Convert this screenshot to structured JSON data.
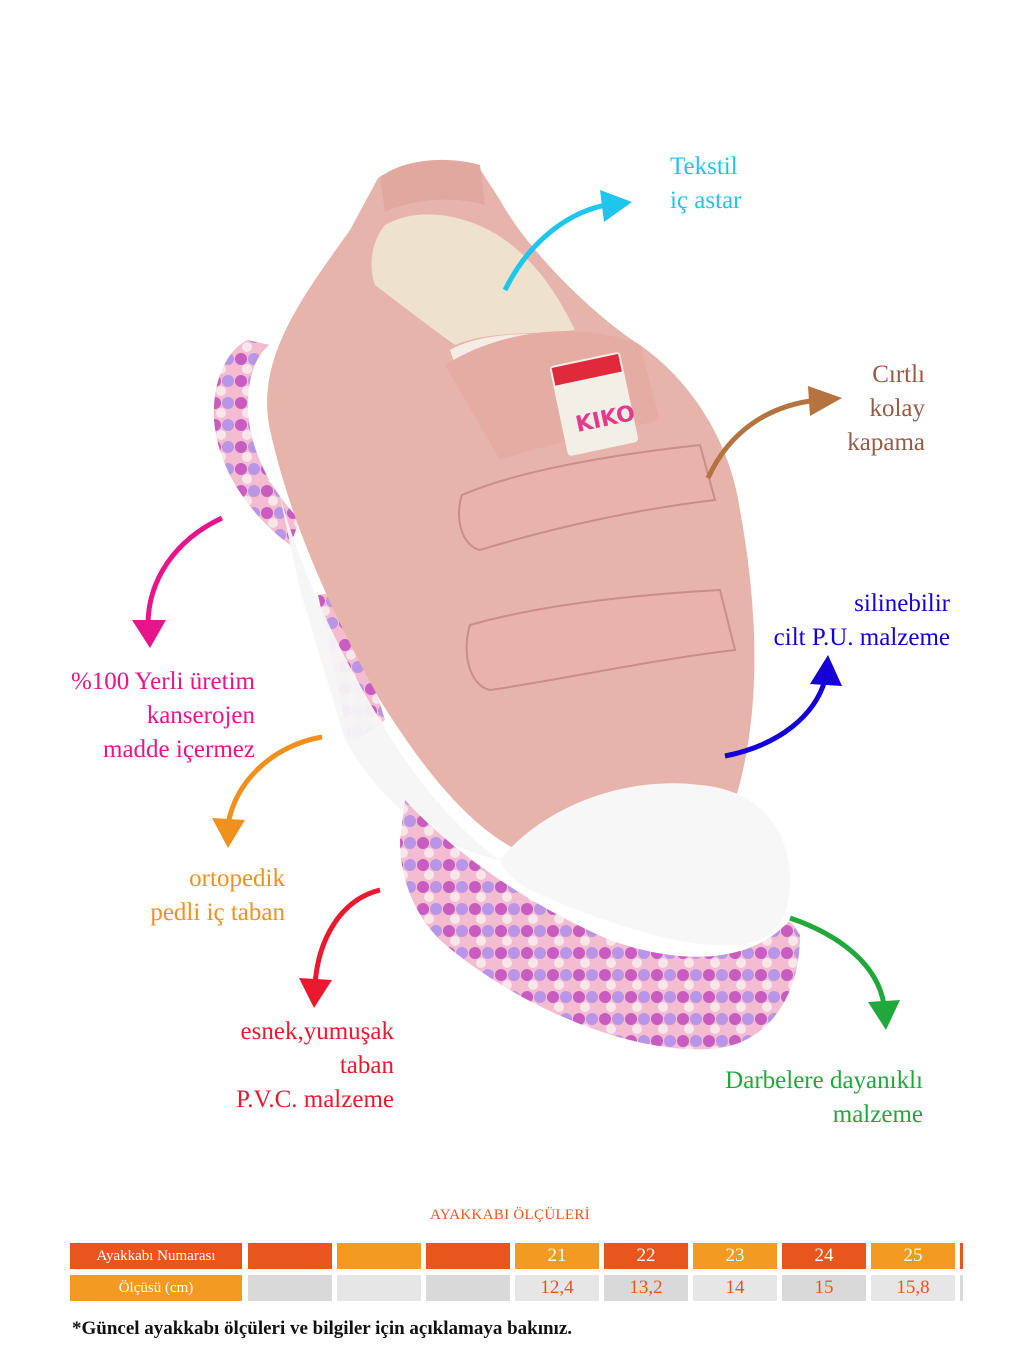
{
  "colors": {
    "textile": "#1ec6ee",
    "velcro": "#9a5a45",
    "velcro_arrow": "#b5743f",
    "pu": "#1400d8",
    "local": "#e8148c",
    "ortho": "#f2901e",
    "sole": "#ea1a2e",
    "impact": "#20a83a",
    "table_orange_dark": "#e8561e",
    "table_orange_light": "#f39a22",
    "table_gray": "#d9d9d9",
    "table_gray_light": "#e6e6e6"
  },
  "brand_label": "KIKO",
  "features": {
    "textile": [
      "Tekstil",
      "iç astar"
    ],
    "velcro": [
      "Cırtlı",
      "kolay",
      "kapama"
    ],
    "pu": [
      "silinebilir",
      "cilt P.U. malzeme"
    ],
    "local": [
      "%100 Yerli üretim",
      "kanserojen",
      "madde içermez"
    ],
    "ortho": [
      "ortopedik",
      "pedli iç taban"
    ],
    "sole": [
      "esnek,yumuşak",
      "taban",
      "P.V.C. malzeme"
    ],
    "impact": [
      "Darbelere dayanıklı",
      "malzeme"
    ]
  },
  "size_table": {
    "title": "AYAKKABI ÖLÇÜLERİ",
    "row1_header": "Ayakkabı Numarası",
    "row2_header": "Ölçüsü (cm)",
    "sizes": [
      "",
      "",
      "",
      "21",
      "22",
      "23",
      "24",
      "25"
    ],
    "lengths": [
      "",
      "",
      "",
      "12,4",
      "13,2",
      "14",
      "15",
      "15,8"
    ]
  },
  "note": "*Güncel ayakkabı ölçüleri ve bilgiler için açıklamaya bakınız."
}
